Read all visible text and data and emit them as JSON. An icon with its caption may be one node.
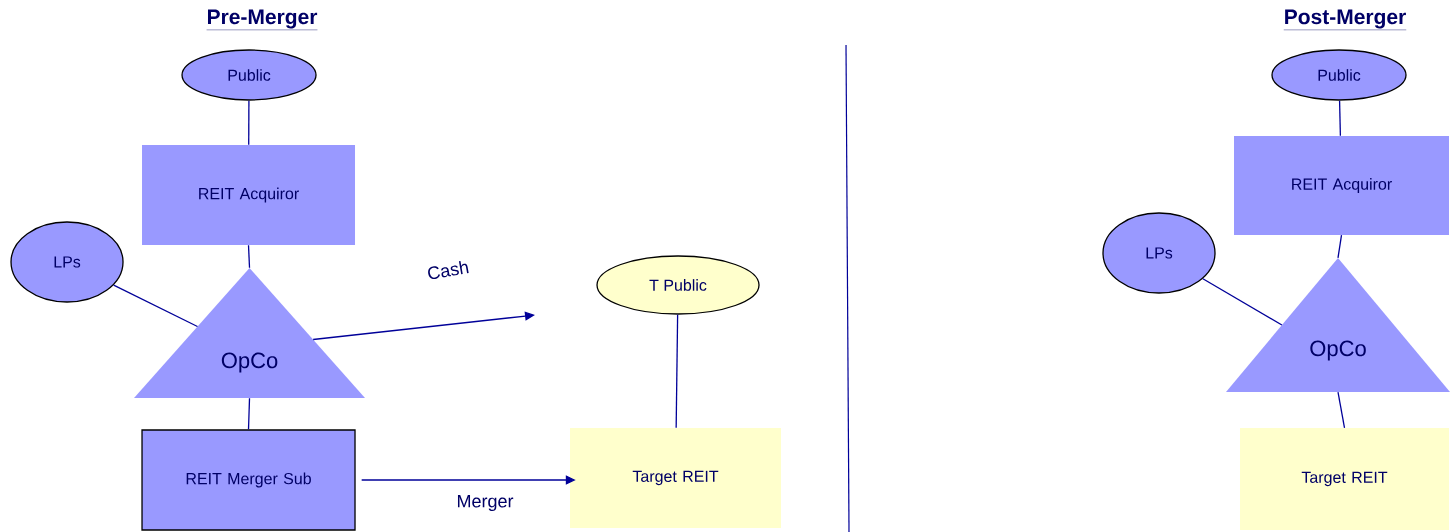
{
  "diagram": {
    "nodes": [
      {
        "text": [
          "Public"
        ]
      },
      {
        "text": [
          "REIT Acquiror"
        ]
      },
      {
        "text": [
          "LPs"
        ]
      },
      {
        "text": [
          "OpCo"
        ]
      },
      {
        "text": [
          "REIT Merger Sub"
        ]
      },
      {
        "text": [
          "T Public"
        ]
      },
      {
        "text": [
          "Target REIT"
        ]
      },
      {
        "text": [
          "Public"
        ]
      },
      {
        "text": [
          "REIT Acquiror"
        ]
      },
      {
        "text": [
          "LPs"
        ]
      },
      {
        "text": [
          "OpCo"
        ]
      },
      {
        "text": [
          "Target REIT"
        ]
      }
    ],
    "edges": [
      {
        "from": 0,
        "to": 1,
        "arrow": "none"
      },
      {
        "from": 1,
        "to": 3,
        "arrow": "none"
      },
      {
        "from": 2,
        "to": 3,
        "arrow": "none"
      },
      {
        "from": 3,
        "to": null,
        "arrow": "to",
        "label": "Cash"
      },
      {
        "from": 3,
        "to": 4,
        "arrow": "none"
      },
      {
        "from": 4,
        "to": 6,
        "arrow": "to",
        "label": "Merger"
      },
      {
        "from": 5,
        "to": 6,
        "arrow": "none"
      },
      {
        "from": 7,
        "to": 8,
        "arrow": "none"
      },
      {
        "from": 8,
        "to": 10,
        "arrow": "none"
      },
      {
        "from": 9,
        "to": 10,
        "arrow": "none"
      },
      {
        "from": 10,
        "to": 11,
        "arrow": "none"
      }
    ],
    "labels": [
      "Pre-Merger",
      "Post-Merger"
    ]
  }
}
